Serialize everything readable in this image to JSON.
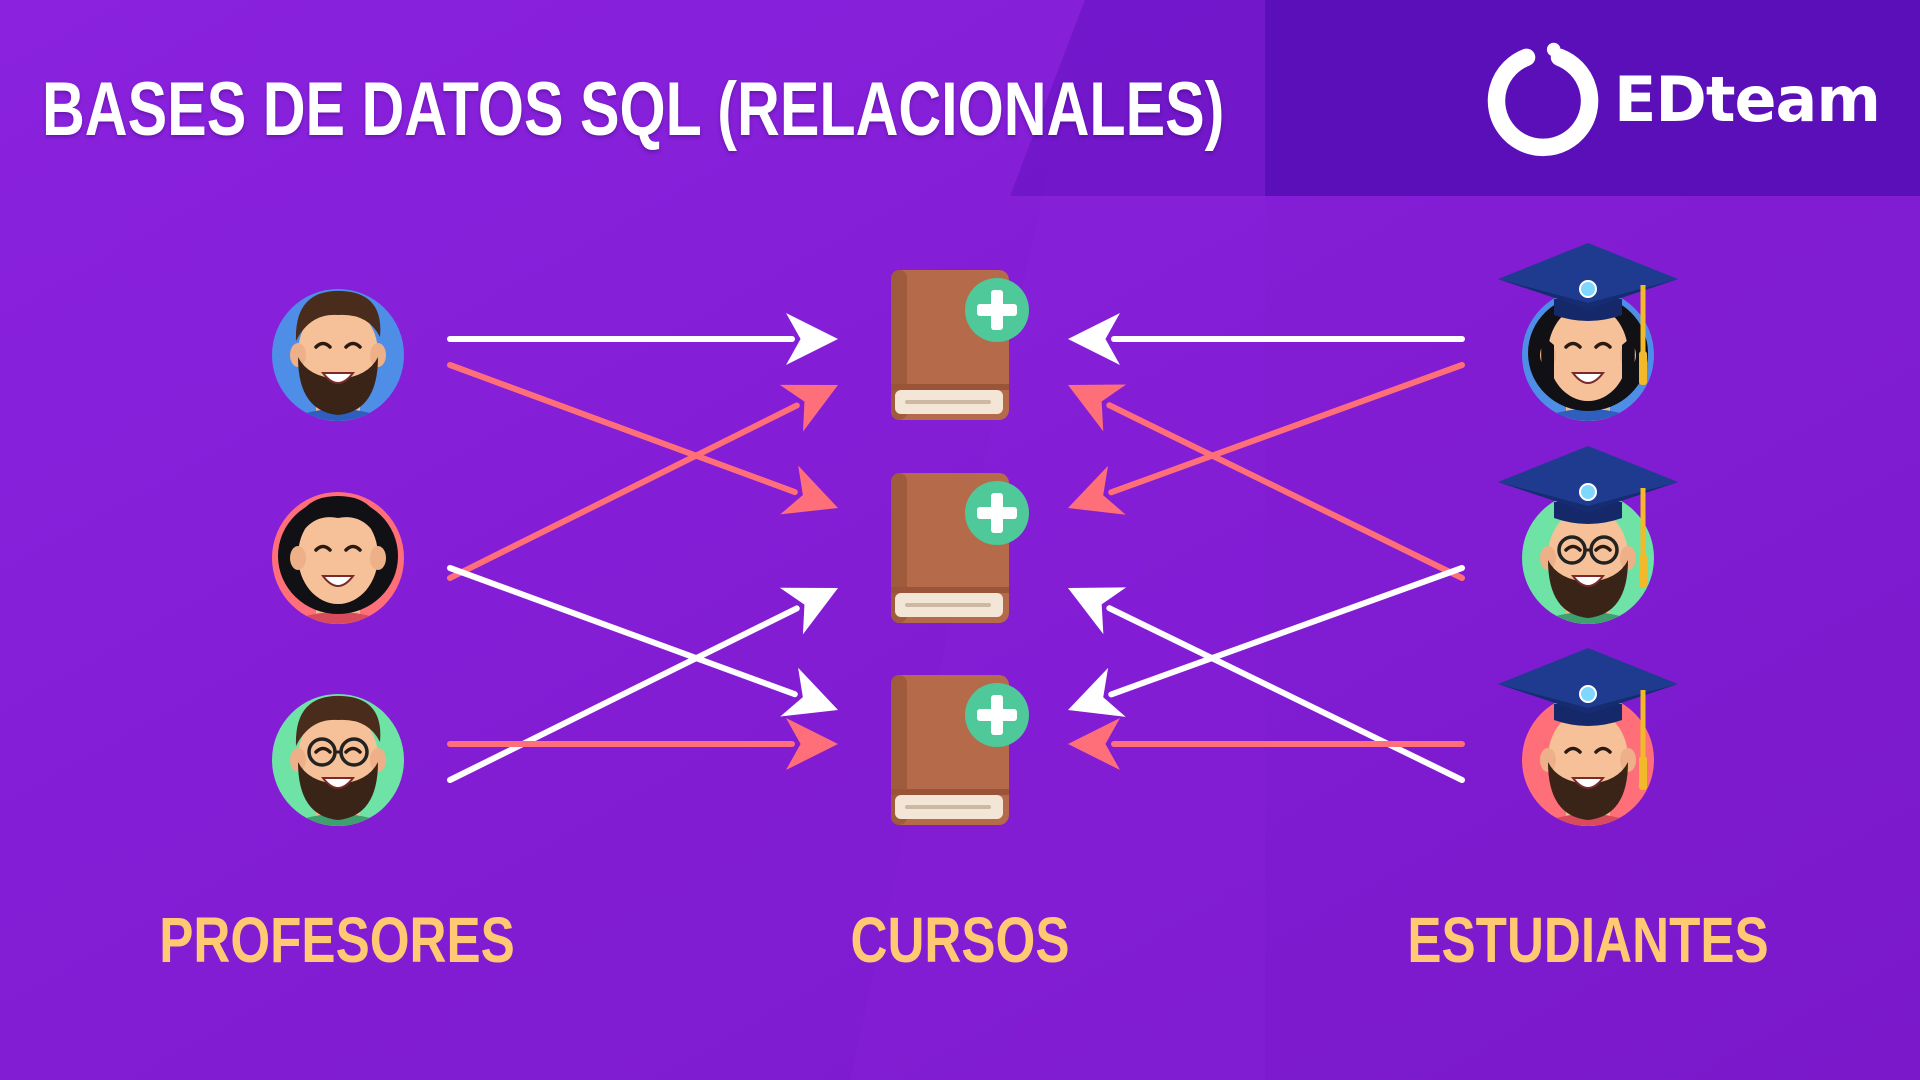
{
  "header": {
    "title": "BASES DE DATOS SQL (RELACIONALES)",
    "brand_name": "EDteam"
  },
  "columns": {
    "left_label": "PROFESORES",
    "center_label": "CURSOS",
    "right_label": "ESTUDIANTES"
  },
  "diagram": {
    "professors": [
      {
        "icon": "bearded-man-avatar-icon",
        "ring_color": "#4f8ee6"
      },
      {
        "icon": "woman-avatar-icon",
        "ring_color": "#ff6f79"
      },
      {
        "icon": "man-glasses-beard-avatar-icon",
        "ring_color": "#6fe3a6"
      }
    ],
    "courses": [
      {
        "icon": "book-plus-icon"
      },
      {
        "icon": "book-plus-icon"
      },
      {
        "icon": "book-plus-icon"
      }
    ],
    "students": [
      {
        "icon": "woman-graduate-avatar-icon",
        "ring_color": "#4f8ee6"
      },
      {
        "icon": "man-glasses-graduate-avatar-icon",
        "ring_color": "#6fe3a6"
      },
      {
        "icon": "man-graduate-avatar-icon",
        "ring_color": "#ff6f79"
      }
    ],
    "links": [
      {
        "from": "professor",
        "person": 0,
        "course": 0,
        "color": "#ffffff"
      },
      {
        "from": "professor",
        "person": 0,
        "course": 1,
        "color": "#ff6f79"
      },
      {
        "from": "professor",
        "person": 1,
        "course": 0,
        "color": "#ff6f79"
      },
      {
        "from": "professor",
        "person": 1,
        "course": 2,
        "color": "#ffffff"
      },
      {
        "from": "professor",
        "person": 2,
        "course": 1,
        "color": "#ffffff"
      },
      {
        "from": "professor",
        "person": 2,
        "course": 2,
        "color": "#ff6f79"
      },
      {
        "from": "student",
        "person": 0,
        "course": 0,
        "color": "#ffffff"
      },
      {
        "from": "student",
        "person": 0,
        "course": 1,
        "color": "#ff6f79"
      },
      {
        "from": "student",
        "person": 1,
        "course": 0,
        "color": "#ff6f79"
      },
      {
        "from": "student",
        "person": 1,
        "course": 2,
        "color": "#ffffff"
      },
      {
        "from": "student",
        "person": 2,
        "course": 1,
        "color": "#ffffff"
      },
      {
        "from": "student",
        "person": 2,
        "course": 2,
        "color": "#ff6f79"
      }
    ]
  },
  "colors": {
    "background": "#7a1bd0",
    "label": "#ffc873",
    "brand_panel": "#5a0fb8",
    "book": "#b56a4a",
    "plus_badge": "#4fc89a"
  }
}
